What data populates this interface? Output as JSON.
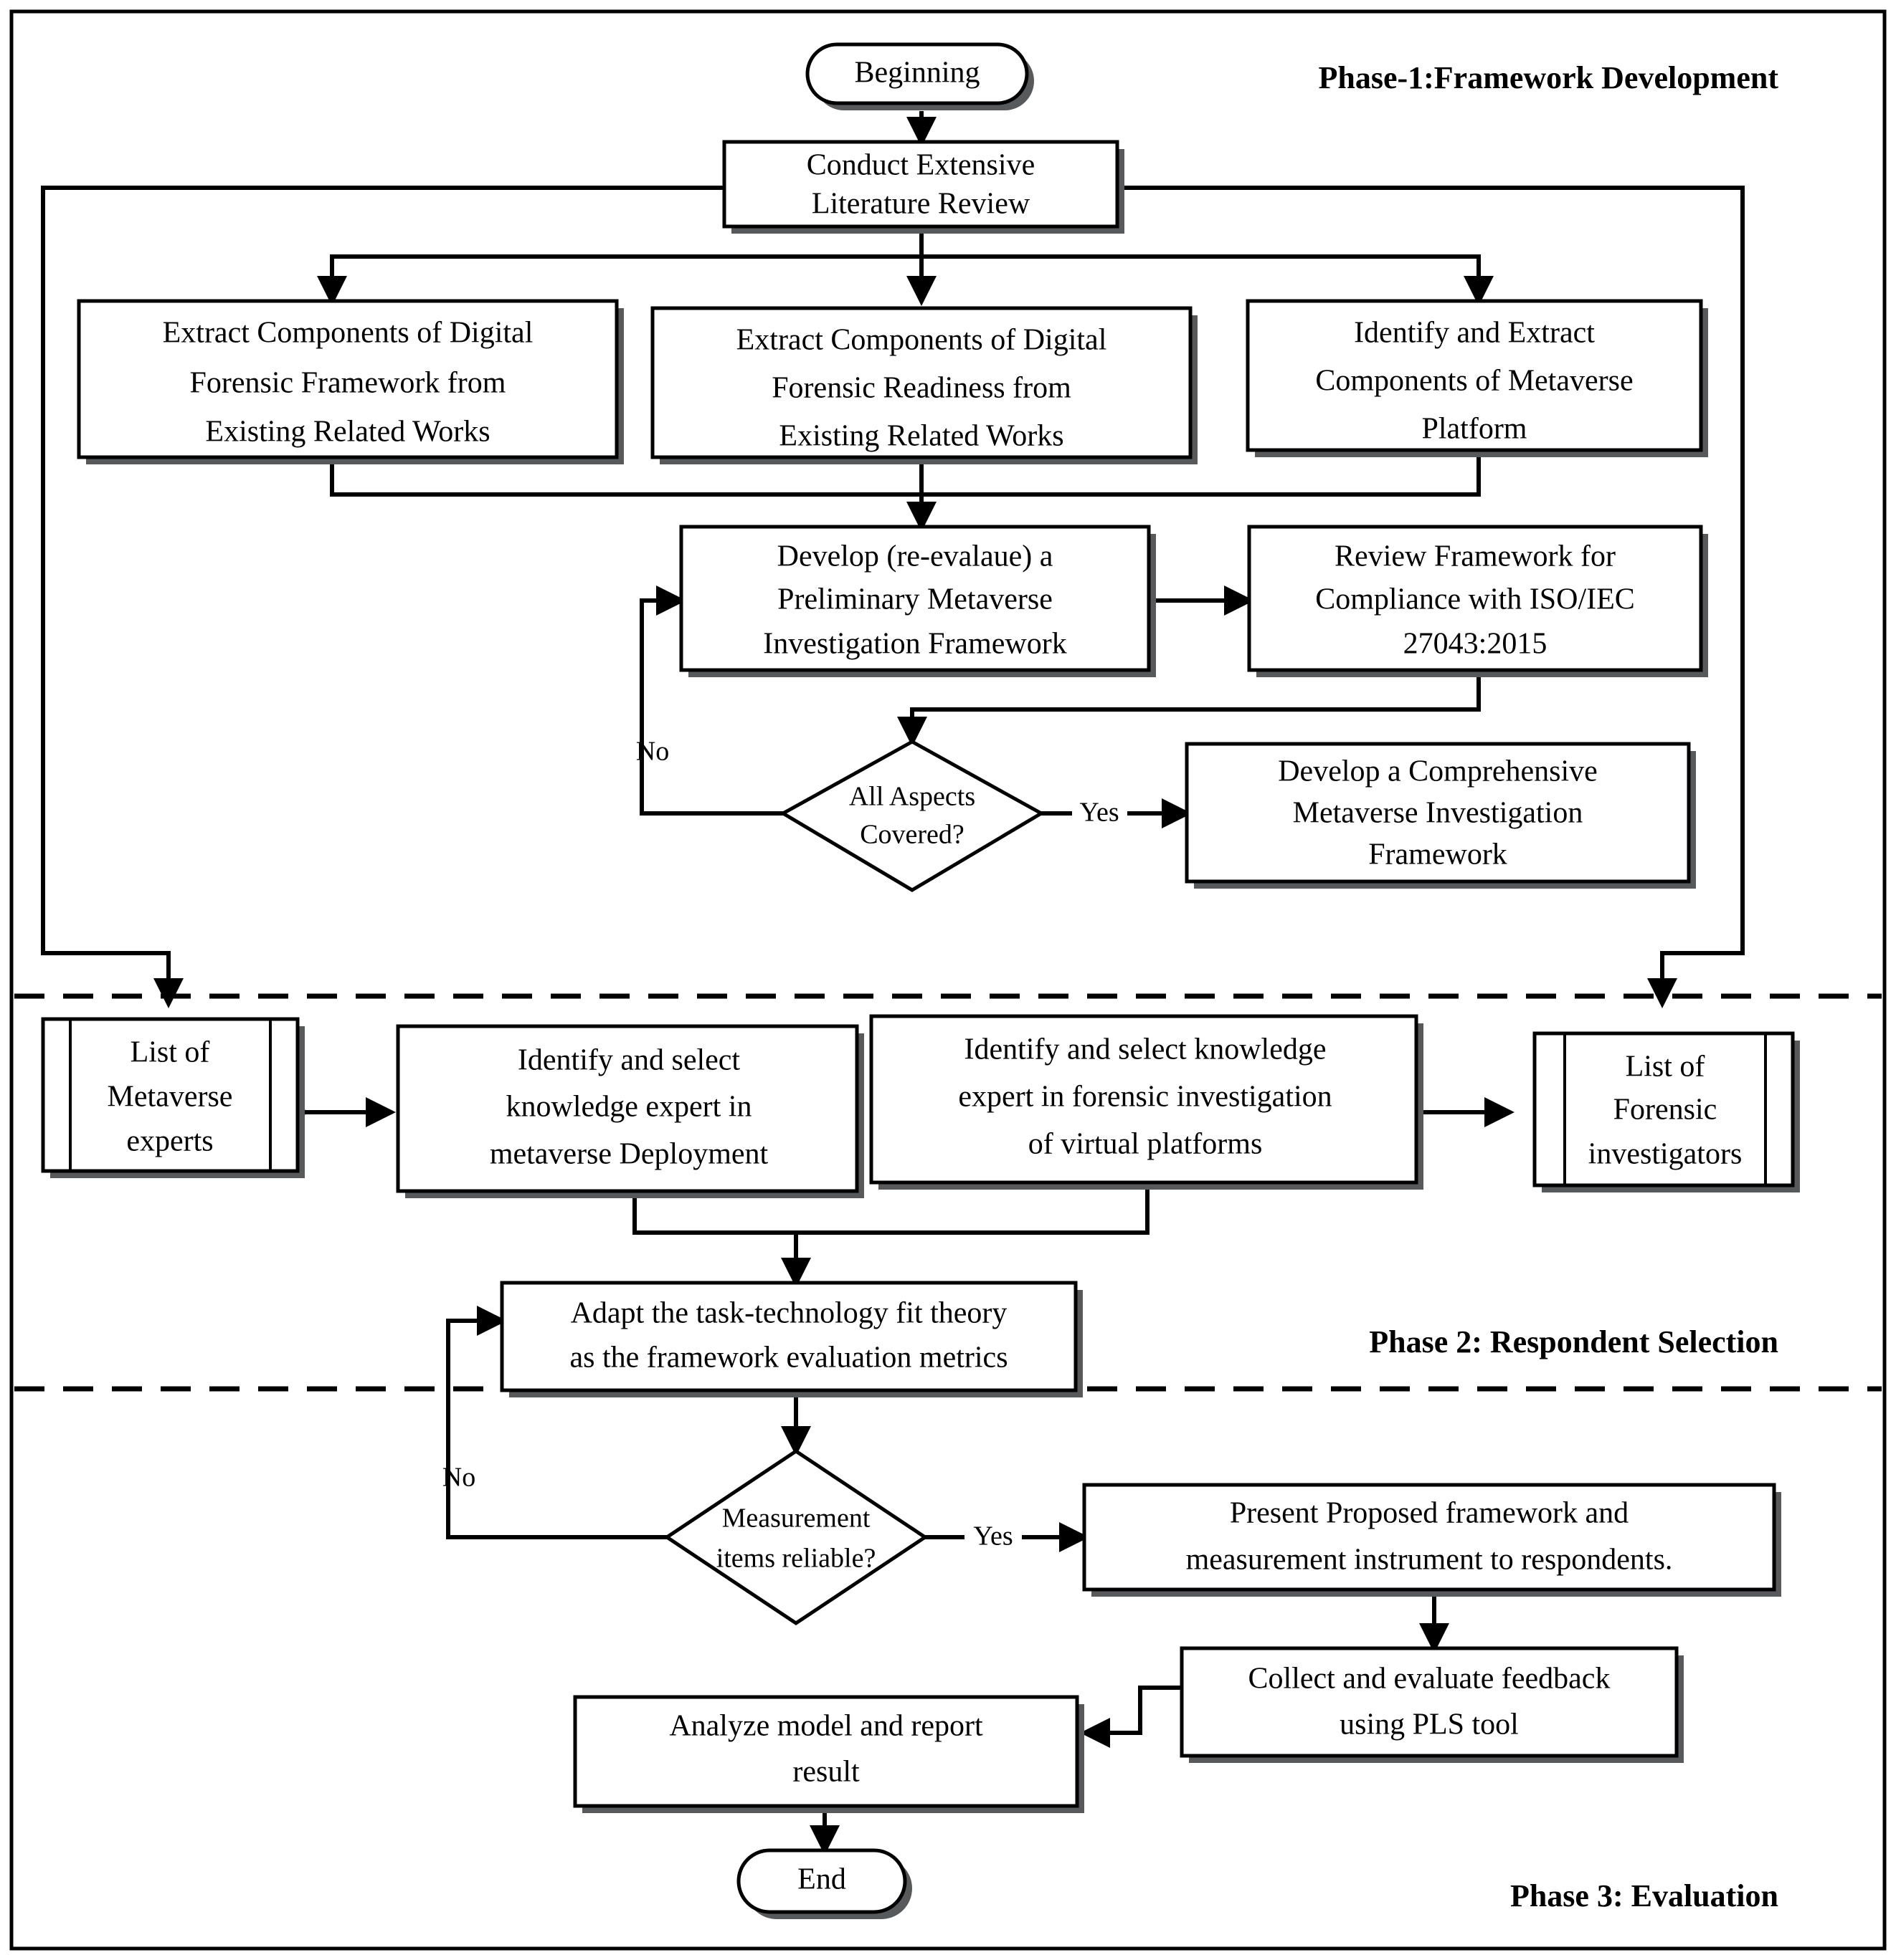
{
  "diagram": {
    "title": "Metaverse Investigation Framework Research Methodology Flowchart",
    "type": "flowchart",
    "background": "#ffffff",
    "line_color": "#000000",
    "shadow_color": "#58595b"
  },
  "phases": [
    {
      "id": "phase1",
      "label": "Phase-1:Framework Development"
    },
    {
      "id": "phase2",
      "label": "Phase 2: Respondent Selection"
    },
    {
      "id": "phase3",
      "label": "Phase 3: Evaluation"
    }
  ],
  "nodes": {
    "beginning": {
      "shape": "terminator",
      "lines": [
        "Beginning"
      ]
    },
    "lit_review": {
      "shape": "process",
      "lines": [
        "Conduct Extensive",
        "Literature Review"
      ]
    },
    "extract_df": {
      "shape": "process",
      "lines": [
        "Extract Components of Digital",
        "Forensic Framework from",
        "Existing Related Works"
      ]
    },
    "extract_dfr": {
      "shape": "process",
      "lines": [
        "Extract Components of Digital",
        "Forensic Readiness from",
        "Existing Related Works"
      ]
    },
    "extract_meta": {
      "shape": "process",
      "lines": [
        "Identify and Extract",
        "Components of Metaverse",
        "Platform"
      ]
    },
    "develop_prelim": {
      "shape": "process",
      "lines": [
        "Develop (re-evalaue) a",
        "Preliminary Metaverse",
        "Investigation Framework"
      ]
    },
    "review_iso": {
      "shape": "process",
      "lines": [
        "Review Framework for",
        "Compliance with ISO/IEC",
        "27043:2015"
      ]
    },
    "all_aspects": {
      "shape": "decision",
      "lines": [
        "All Aspects",
        "Covered?"
      ]
    },
    "develop_comp": {
      "shape": "process",
      "lines": [
        "Develop a Comprehensive",
        "Metaverse Investigation",
        "Framework"
      ]
    },
    "list_meta_experts": {
      "shape": "predefined-process",
      "lines": [
        "List of",
        "Metaverse",
        "experts"
      ]
    },
    "select_meta_expert": {
      "shape": "process",
      "lines": [
        "Identify and select",
        "knowledge expert in",
        "metaverse Deployment"
      ]
    },
    "select_forensic_expert": {
      "shape": "process",
      "lines": [
        "Identify and select knowledge",
        "expert in forensic investigation",
        "of virtual platforms"
      ]
    },
    "list_forensic_investigators": {
      "shape": "predefined-process",
      "lines": [
        "List of",
        "Forensic",
        "investigators"
      ]
    },
    "adapt_ttf": {
      "shape": "process",
      "lines": [
        "Adapt the task-technology fit theory",
        "as the framework evaluation metrics"
      ]
    },
    "measurement": {
      "shape": "decision",
      "lines": [
        "Measurement",
        "items reliable?"
      ]
    },
    "present": {
      "shape": "process",
      "lines": [
        "Present Proposed framework and",
        "measurement instrument to respondents."
      ]
    },
    "collect": {
      "shape": "process",
      "lines": [
        "Collect and evaluate feedback",
        "using PLS tool"
      ]
    },
    "analyze": {
      "shape": "process",
      "lines": [
        "Analyze model and report",
        "result"
      ]
    },
    "end": {
      "shape": "terminator",
      "lines": [
        "End"
      ]
    }
  },
  "edge_labels": {
    "all_aspects_no": "No",
    "all_aspects_yes": "Yes",
    "measurement_no": "No",
    "measurement_yes": "Yes"
  }
}
